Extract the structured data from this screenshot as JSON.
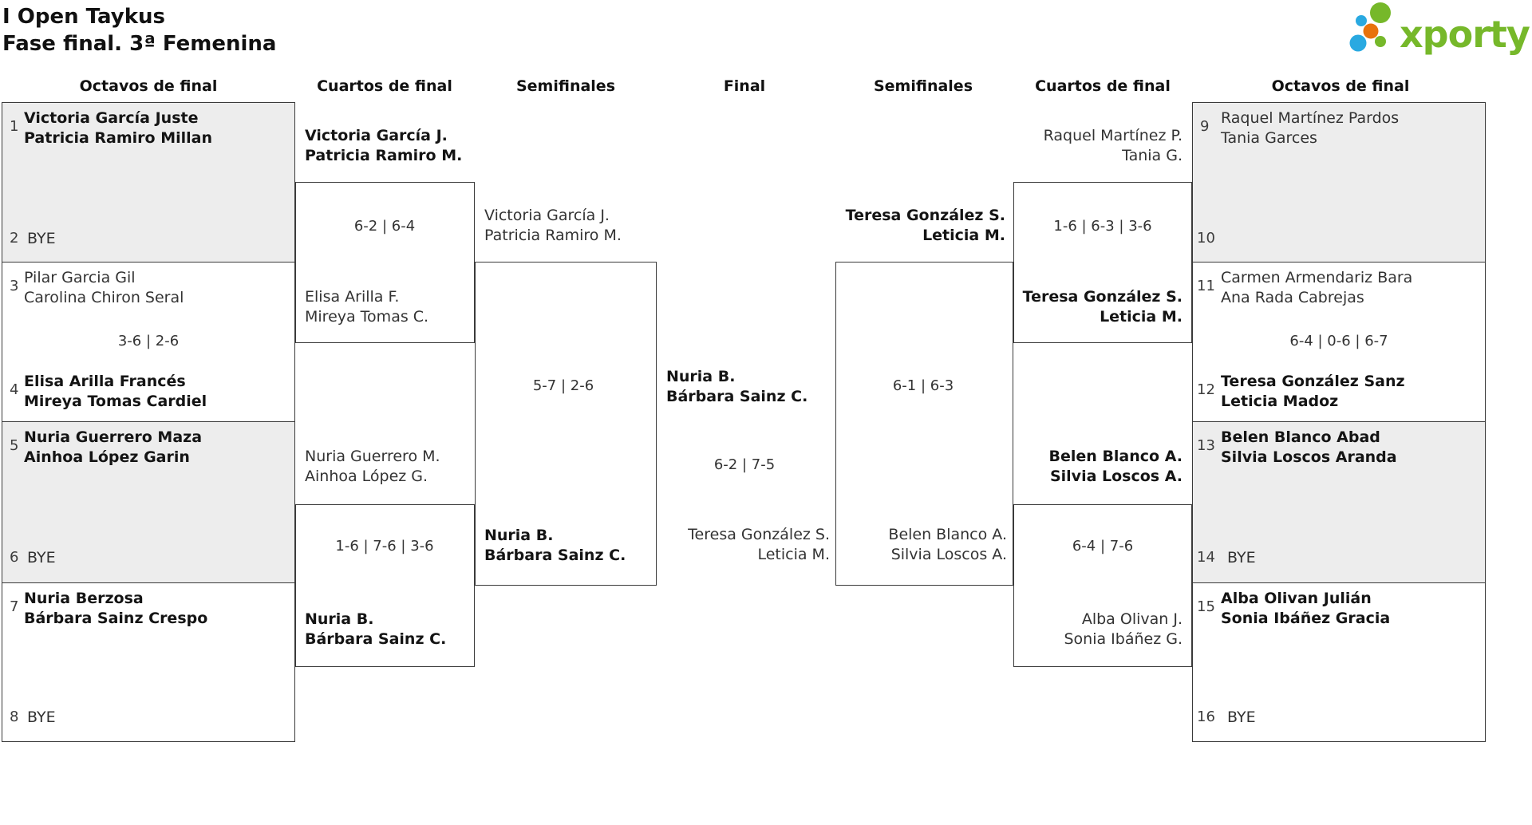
{
  "header": {
    "title_line1": "I Open Taykus",
    "title_line2": "Fase final. 3ª Femenina"
  },
  "logo": {
    "brand": "xporty",
    "green": "#76b82a",
    "blue": "#29a9e1",
    "orange": "#e8720c"
  },
  "rounds": {
    "left_r16": "Octavos de final",
    "left_qf": "Cuartos de final",
    "left_sf": "Semifinales",
    "final": "Final",
    "right_sf": "Semifinales",
    "right_qf": "Cuartos de final",
    "right_r16": "Octavos de final"
  },
  "r16_left": [
    {
      "seed_a": "1",
      "team_a": "Victoria García Juste\nPatricia Ramiro Millan",
      "seed_b": "2",
      "team_b": "BYE"
    },
    {
      "seed_a": "3",
      "team_a": "Pilar Garcia Gil\nCarolina Chiron Seral",
      "score": "3-6 | 2-6",
      "seed_b": "4",
      "team_b": "Elisa Arilla Francés\nMireya Tomas Cardiel"
    },
    {
      "seed_a": "5",
      "team_a": "Nuria Guerrero Maza\nAinhoa López Garin",
      "seed_b": "6",
      "team_b": "BYE"
    },
    {
      "seed_a": "7",
      "team_a": "Nuria Berzosa\nBárbara Sainz Crespo",
      "seed_b": "8",
      "team_b": "BYE"
    }
  ],
  "r16_right": [
    {
      "seed_a": "9",
      "team_a": "Raquel Martínez Pardos\nTania Garces",
      "seed_b": "10",
      "team_b": ""
    },
    {
      "seed_a": "11",
      "team_a": "Carmen Armendariz Bara\nAna Rada Cabrejas",
      "score": "6-4 | 0-6 | 6-7",
      "seed_b": "12",
      "team_b": "Teresa González Sanz\nLeticia Madoz"
    },
    {
      "seed_a": "13",
      "team_a": "Belen Blanco Abad\nSilvia Loscos Aranda",
      "seed_b": "14",
      "team_b": "BYE"
    },
    {
      "seed_a": "15",
      "team_a": "Alba Olivan Julián\nSonia Ibáñez Gracia",
      "seed_b": "16",
      "team_b": "BYE"
    }
  ],
  "qf_left": [
    {
      "team_a": "Victoria García J.\nPatricia Ramiro M.",
      "score": "6-2 | 6-4",
      "team_b": "Elisa Arilla F.\nMireya Tomas C."
    },
    {
      "team_a": "Nuria Guerrero M.\nAinhoa López G.",
      "score": "1-6 | 7-6 | 3-6",
      "team_b": "Nuria B.\nBárbara Sainz C."
    }
  ],
  "qf_right": [
    {
      "team_a": "Raquel Martínez P.\nTania G.",
      "score": "1-6 | 6-3 | 3-6",
      "team_b": "Teresa González S.\nLeticia M."
    },
    {
      "team_a": "Belen Blanco A.\nSilvia Loscos A.",
      "score": "6-4 | 7-6",
      "team_b": "Alba Olivan J.\nSonia Ibáñez G."
    }
  ],
  "sf_left": {
    "team_a": "Victoria García J.\nPatricia Ramiro M.",
    "score": "5-7 | 2-6",
    "team_b": "Nuria B.\nBárbara Sainz C."
  },
  "sf_right": {
    "team_a": "Teresa González S.\nLeticia M.",
    "score": "6-1 | 6-3",
    "team_b": "Belen Blanco A.\nSilvia Loscos A."
  },
  "final": {
    "winner": "Nuria B.\nBárbara Sainz C.",
    "score": "6-2 | 7-5",
    "runner_up": "Teresa González S.\nLeticia M."
  }
}
